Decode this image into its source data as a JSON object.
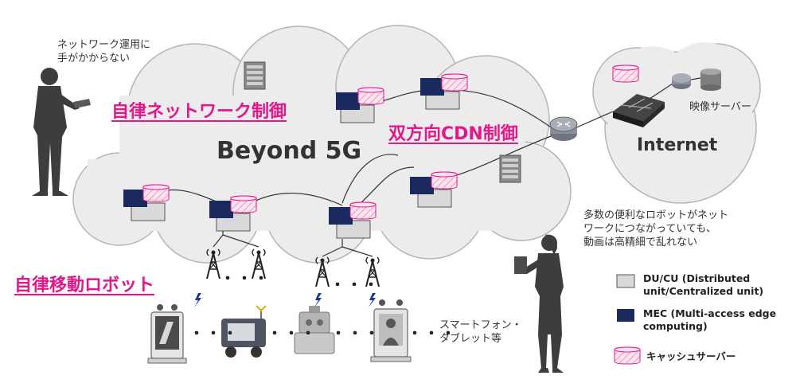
{
  "labels": {
    "operator_note": [
      "ネットワーク運用に",
      "手がかからない"
    ],
    "autonomous_network": "自律ネットワーク制御",
    "bidirectional_cdn": "双方向CDN制御",
    "beyond5g": "Beyond 5G",
    "internet": "Internet",
    "video_server": "映像サーバー",
    "autonomous_robot": "自律移動ロボット",
    "robot_note": [
      "多数の便利なロボットがネット",
      "ワークにつながっていても、",
      "動画は高精細で乱れない"
    ],
    "smartphone_note": [
      "スマートフォン・",
      "タブレット等"
    ],
    "ellipsis": "・・・"
  },
  "legend": {
    "du_cu": "DU/CU (Distributed unit/Centralized unit)",
    "mec": "MEC (Multi-access edge computing)",
    "cache": "キャッシュサーバー"
  },
  "colors": {
    "accent": "#e0188a",
    "mec": "#1a2a5e",
    "du_cu": "#d9d9d9",
    "cache_fill": "#fde4ee",
    "cloud": "#ececec"
  }
}
